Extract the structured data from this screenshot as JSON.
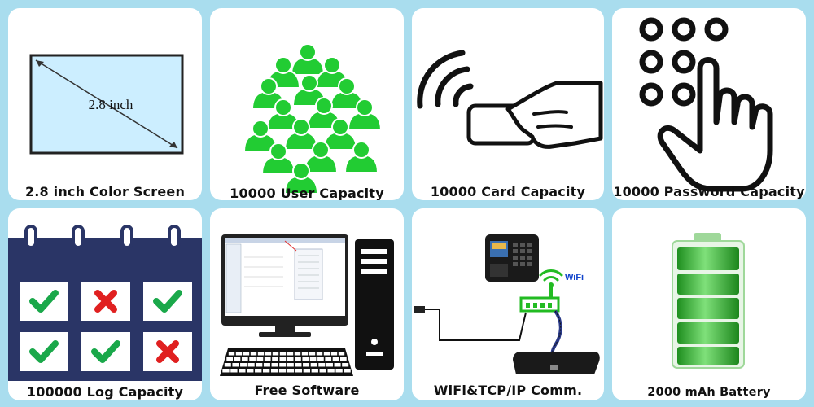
{
  "features": [
    {
      "caption": "2.8 inch Color Screen",
      "icon": "screen-icon",
      "screen_label": "2.8 inch"
    },
    {
      "caption": "10000 User Capacity",
      "icon": "users-icon"
    },
    {
      "caption": "10000 Card Capacity",
      "icon": "card-icon"
    },
    {
      "caption": "10000 Password Capacity",
      "icon": "keypad-icon"
    },
    {
      "caption": "100000 Log Capacity",
      "icon": "calendar-icon"
    },
    {
      "caption": "Free Software",
      "icon": "computer-icon"
    },
    {
      "caption": "WiFi&TCP/IP Comm.",
      "icon": "network-icon",
      "wifi_label": "WiFi"
    },
    {
      "caption": "2000 mAh Battery",
      "icon": "battery-icon"
    }
  ],
  "colors": {
    "background": "#a9ddee",
    "green": "#22cc33",
    "calendar_blue": "#2a3566",
    "check_green": "#1aa84a",
    "cross_red": "#e02020",
    "screen_fill": "#cceeff",
    "battery_green": "#2dbb2d"
  }
}
